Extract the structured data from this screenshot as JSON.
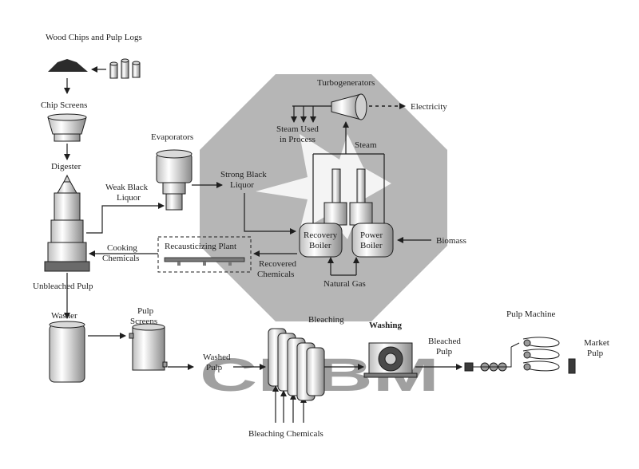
{
  "labels": {
    "wood_chips": "Wood Chips and Pulp Logs",
    "chip_screens": "Chip Screens",
    "digester": "Digester",
    "evaporators": "Evaporators",
    "weak_black_1": "Weak Black",
    "weak_black_2": "Liquor",
    "strong_black_1": "Strong Black",
    "strong_black_2": "Liquor",
    "turbogenerators": "Turbogenerators",
    "electricity": "Electricity",
    "steam_used_1": "Steam Used",
    "steam_used_2": "in Process",
    "steam": "Steam",
    "recovery_1": "Recovery",
    "recovery_2": "Boiler",
    "power_1": "Power",
    "power_2": "Boiler",
    "biomass": "Biomass",
    "natural_gas": "Natural Gas",
    "recausticizing": "Recausticizing Plant",
    "cooking_1": "Cooking",
    "cooking_2": "Chemicals",
    "recovered_1": "Recovered",
    "recovered_2": "Chemicals",
    "unbleached_pulp": "Unbleached Pulp",
    "washer": "Washer",
    "pulp_screens_1": "Pulp",
    "pulp_screens_2": "Screens",
    "washed_1": "Washed",
    "washed_2": "Pulp",
    "bleaching": "Bleaching",
    "washing": "Washing",
    "bleached_1": "Bleached",
    "bleached_2": "Pulp",
    "pulp_machine": "Pulp Machine",
    "market_1": "Market",
    "market_2": "Pulp",
    "bleaching_chemicals": "Bleaching Chemicals"
  },
  "watermark": {
    "text": "CHBM",
    "color": "#8c8c8c"
  }
}
